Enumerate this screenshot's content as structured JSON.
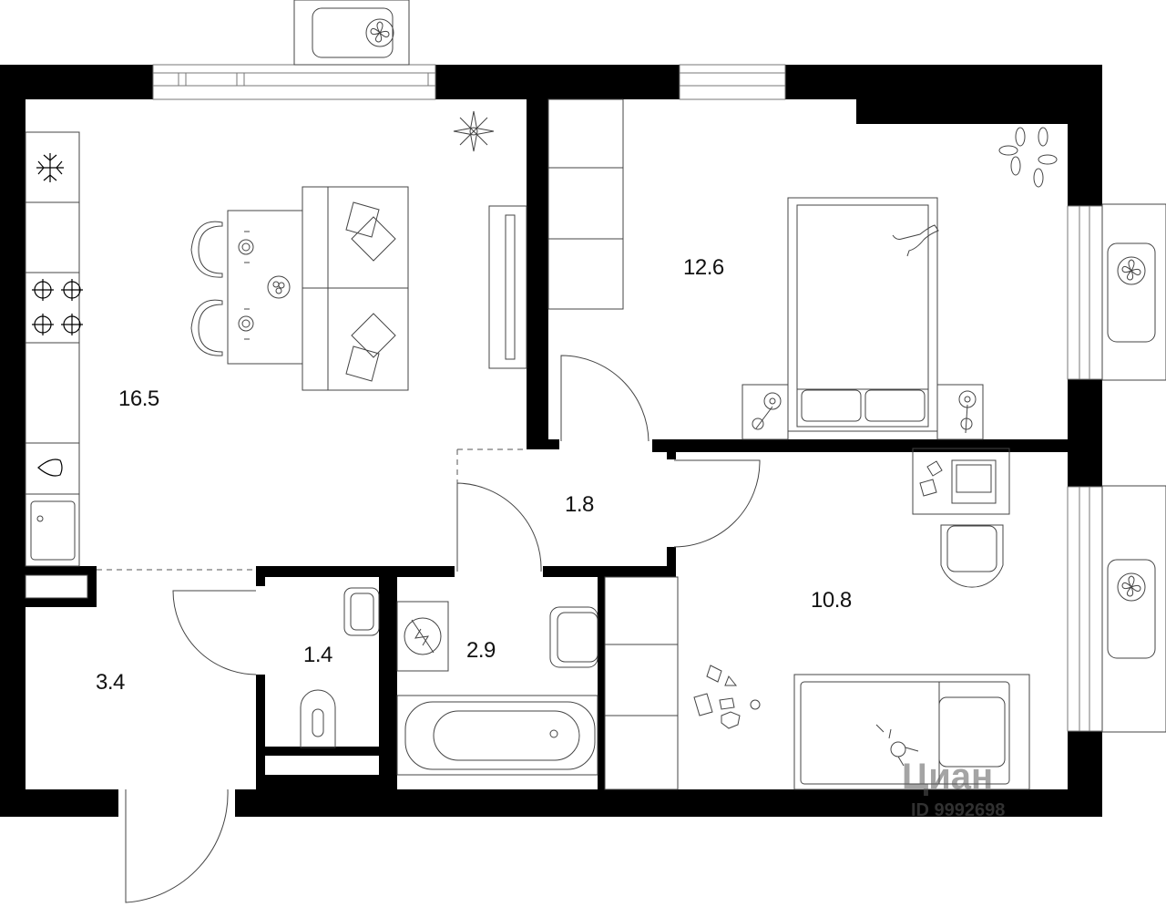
{
  "plan": {
    "rooms": [
      {
        "id": "kitchen-living",
        "area": "16.5"
      },
      {
        "id": "bedroom",
        "area": "12.6"
      },
      {
        "id": "hall",
        "area": "1.8"
      },
      {
        "id": "kids-room",
        "area": "10.8"
      },
      {
        "id": "entrance",
        "area": "3.4"
      },
      {
        "id": "toilet",
        "area": "1.4"
      },
      {
        "id": "bathroom",
        "area": "2.9"
      }
    ]
  },
  "watermark": {
    "brand": "Циан",
    "id_text": "ID 9992698"
  },
  "colors": {
    "wall": "#000000",
    "background": "#ffffff",
    "line": "#444444"
  }
}
